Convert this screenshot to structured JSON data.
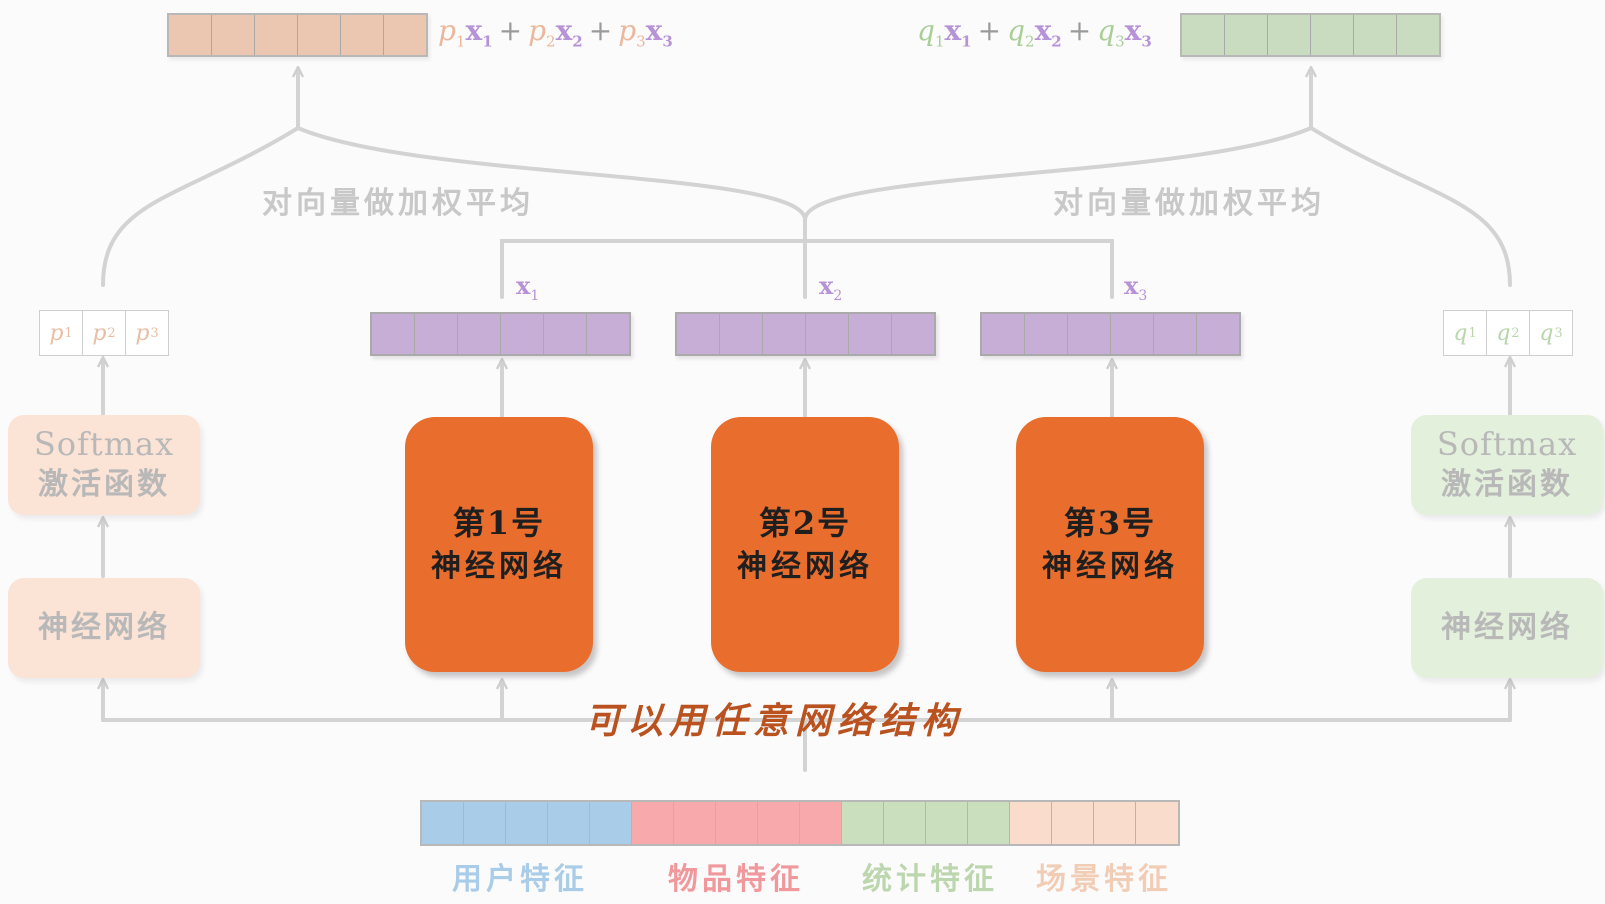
{
  "colors": {
    "peach": "#ebc6b1",
    "green": "#c9dcbf",
    "purple": "#c7aed6",
    "expert": "#e96e2d",
    "user": "#a9cde8",
    "item": "#f7a9ab",
    "stats": "#c9dfbe",
    "scene": "#f9dccb",
    "note": "#b9521f"
  },
  "top_left_formula": {
    "terms": [
      {
        "coef": "p",
        "sub": "1",
        "vec": "x",
        "vsub": "1"
      },
      {
        "coef": "p",
        "sub": "2",
        "vec": "x",
        "vsub": "2"
      },
      {
        "coef": "p",
        "sub": "3",
        "vec": "x",
        "vsub": "3"
      }
    ],
    "operator": "+"
  },
  "top_right_formula": {
    "terms": [
      {
        "coef": "q",
        "sub": "1",
        "vec": "x",
        "vsub": "1"
      },
      {
        "coef": "q",
        "sub": "2",
        "vec": "x",
        "vsub": "2"
      },
      {
        "coef": "q",
        "sub": "3",
        "vec": "x",
        "vsub": "3"
      }
    ],
    "operator": "+"
  },
  "weighted_avg_left": "对向量做加权平均",
  "weighted_avg_right": "对向量做加权平均",
  "left_gate": {
    "weights": [
      {
        "s": "p",
        "i": "1"
      },
      {
        "s": "p",
        "i": "2"
      },
      {
        "s": "p",
        "i": "3"
      }
    ],
    "softmax_title": "Softmax",
    "softmax_sub": "激活函数",
    "network": "神经网络"
  },
  "right_gate": {
    "weights": [
      {
        "s": "q",
        "i": "1"
      },
      {
        "s": "q",
        "i": "2"
      },
      {
        "s": "q",
        "i": "3"
      }
    ],
    "softmax_title": "Softmax",
    "softmax_sub": "激活函数",
    "network": "神经网络"
  },
  "experts": [
    {
      "line1": "第1号",
      "line2": "神经网络",
      "output": {
        "s": "x",
        "i": "1"
      }
    },
    {
      "line1": "第2号",
      "line2": "神经网络",
      "output": {
        "s": "x",
        "i": "2"
      }
    },
    {
      "line1": "第3号",
      "line2": "神经网络",
      "output": {
        "s": "x",
        "i": "3"
      }
    }
  ],
  "note": "可以用任意网络结构",
  "features": [
    {
      "label": "用户特征",
      "cells": 5,
      "color": "#a9cde8",
      "text_color": "#a9cde8"
    },
    {
      "label": "物品特征",
      "cells": 5,
      "color": "#f7a9ab",
      "text_color": "#f0989c"
    },
    {
      "label": "统计特征",
      "cells": 4,
      "color": "#c9dfbe",
      "text_color": "#bcd6ae"
    },
    {
      "label": "场景特征",
      "cells": 4,
      "color": "#f9dccb",
      "text_color": "#f2cdb6"
    }
  ]
}
